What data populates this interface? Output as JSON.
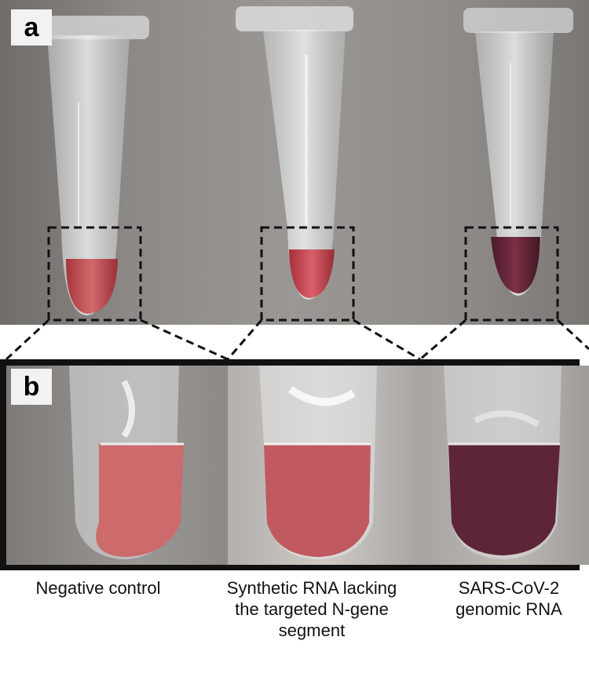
{
  "panel_a": {
    "label": "a"
  },
  "panel_b": {
    "label": "b"
  },
  "captions": [
    {
      "text": "Negative control"
    },
    {
      "text": "Synthetic RNA lacking the targeted N-gene segment"
    },
    {
      "text": "SARS-CoV-2 genomic RNA"
    }
  ],
  "colors": {
    "liquid_negative": "#c8555a",
    "liquid_synthetic": "#c0464f",
    "liquid_sars": "#5a2233",
    "frame": "#111111"
  },
  "icons": [
    "microcentrifuge-tube-icon"
  ]
}
